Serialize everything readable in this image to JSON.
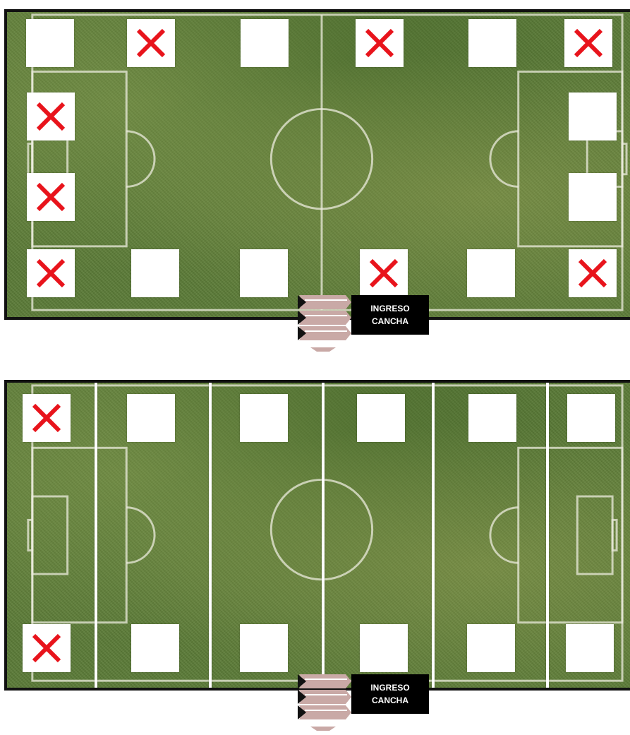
{
  "colors": {
    "mark": "#e8141c",
    "spot": "#ffffff",
    "label_bg": "#000000",
    "arrow": "#c9a9a6"
  },
  "entrance_label": [
    "INGRESO",
    "CANCHA"
  ],
  "top_field": {
    "spots": [
      {
        "id": "t1",
        "taken": false
      },
      {
        "id": "t2",
        "taken": true
      },
      {
        "id": "t3",
        "taken": false
      },
      {
        "id": "t4",
        "taken": true
      },
      {
        "id": "t5",
        "taken": false
      },
      {
        "id": "t6",
        "taken": true
      },
      {
        "id": "t7",
        "taken": true
      },
      {
        "id": "t8",
        "taken": false
      },
      {
        "id": "t9",
        "taken": true
      },
      {
        "id": "t10",
        "taken": false
      },
      {
        "id": "t11",
        "taken": true
      },
      {
        "id": "t12",
        "taken": false
      },
      {
        "id": "t13",
        "taken": false
      },
      {
        "id": "t14",
        "taken": true
      },
      {
        "id": "t15",
        "taken": false
      },
      {
        "id": "t16",
        "taken": true
      }
    ]
  },
  "bottom_field": {
    "spots": [
      {
        "id": "b1",
        "taken": true
      },
      {
        "id": "b2",
        "taken": false
      },
      {
        "id": "b3",
        "taken": false
      },
      {
        "id": "b4",
        "taken": false
      },
      {
        "id": "b5",
        "taken": false
      },
      {
        "id": "b6",
        "taken": false
      },
      {
        "id": "b7",
        "taken": true
      },
      {
        "id": "b8",
        "taken": false
      },
      {
        "id": "b9",
        "taken": false
      },
      {
        "id": "b10",
        "taken": false
      },
      {
        "id": "b11",
        "taken": false
      },
      {
        "id": "b12",
        "taken": false
      }
    ]
  }
}
